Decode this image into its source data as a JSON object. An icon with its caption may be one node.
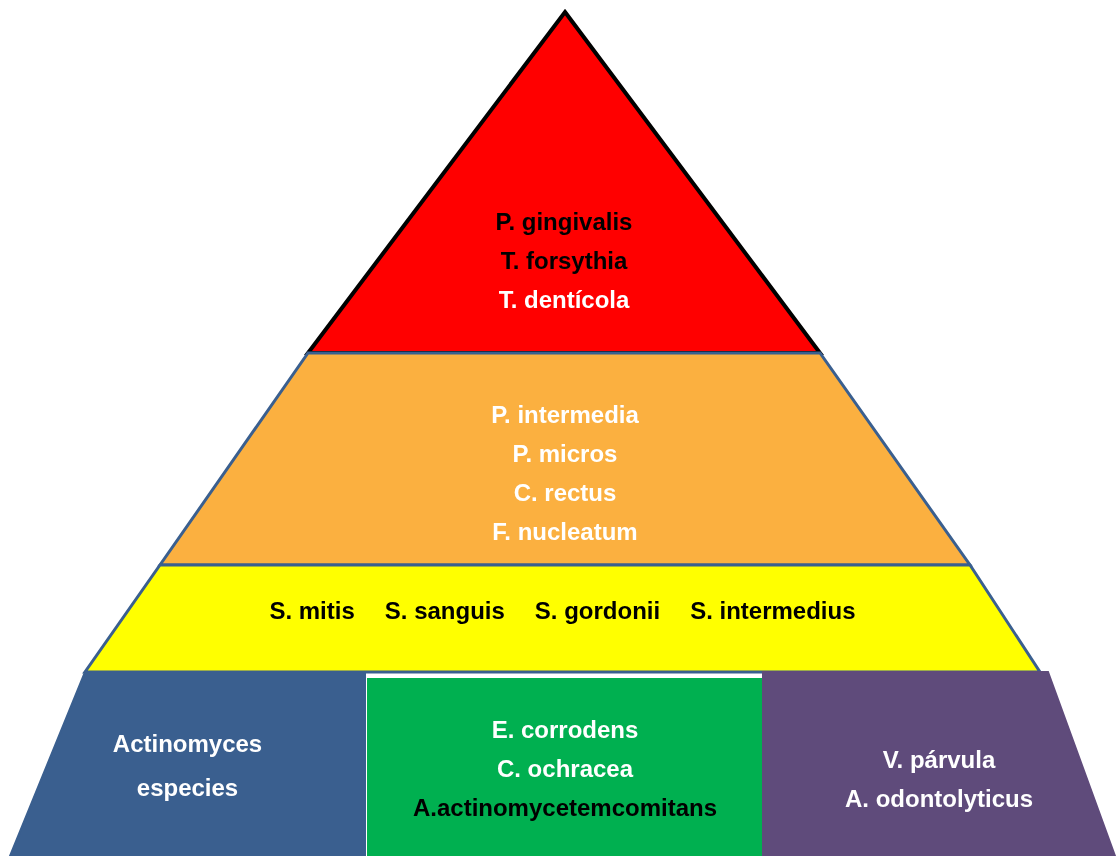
{
  "diagram": {
    "nodes": [
      {
        "text": [
          "P. gingivalis",
          "T. forsythia",
          "T. dentícola"
        ]
      },
      {
        "text": [
          "P. intermedia",
          "P. micros",
          "C. rectus",
          "F. nucleatum"
        ]
      },
      {
        "text": [
          "S. mitis",
          "S. sanguis",
          "S. gordonii",
          "S. intermedius"
        ]
      },
      {
        "text": [
          "Actinomyces especies"
        ]
      },
      {
        "text": [
          "E. corrodens",
          "C. ochracea",
          "A.actinomycetemcomitans"
        ]
      },
      {
        "text": [
          "V. párvula",
          "A. odontolyticus"
        ]
      }
    ]
  }
}
